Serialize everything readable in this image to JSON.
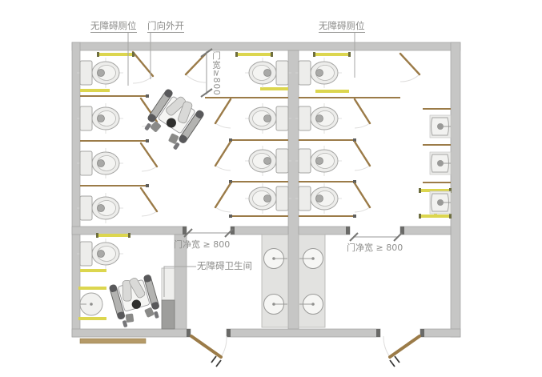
{
  "diagram": {
    "kind": "accessible-public-restroom-floor-plan",
    "annotations": {
      "top_left_stall_label": "无障碍厕位",
      "door_opens_outward_label": "门向外开",
      "top_right_stall_label": "无障碍厕位",
      "accessible_restroom_label": "无障碍卫生间",
      "dim_door_width_vertical": "门宽≥800",
      "dim_clear_width_left": "门净宽 ≥ 800",
      "dim_clear_width_right": "门净宽 ≥ 800"
    },
    "fixtures": {
      "toilets_left_wall": 4,
      "toilets_center_left_column": 4,
      "toilets_center_right_column": 4,
      "urinals_right_wall": 3,
      "vanity_basins": 4,
      "accessible_room": {
        "toilet": 1,
        "round_sink": 1,
        "wheelchair": 1,
        "grab_bars": 4
      },
      "wheelchair_symbols": 2,
      "entrance_doors": 2
    },
    "colors": {
      "wall": "#c6c6c5",
      "wall_stroke": "#a2a2a0",
      "wall_end_cap": "#6a6a68",
      "partition_brown": "#9b7b48",
      "door_brown": "#9b7b48",
      "grab_bar_yellow": "#dcd64f",
      "grab_bar_tick": "#6e6e40",
      "fixture_fill": "#ededeb",
      "fixture_stroke": "#a5a5a3",
      "counter_fill": "#e2e2e0",
      "swing_arc": "#dedddc",
      "annotation_text": "#8c8c8a",
      "wheelchair_dark": "#2f2f2d",
      "mat_tan": "#b59a68"
    }
  }
}
